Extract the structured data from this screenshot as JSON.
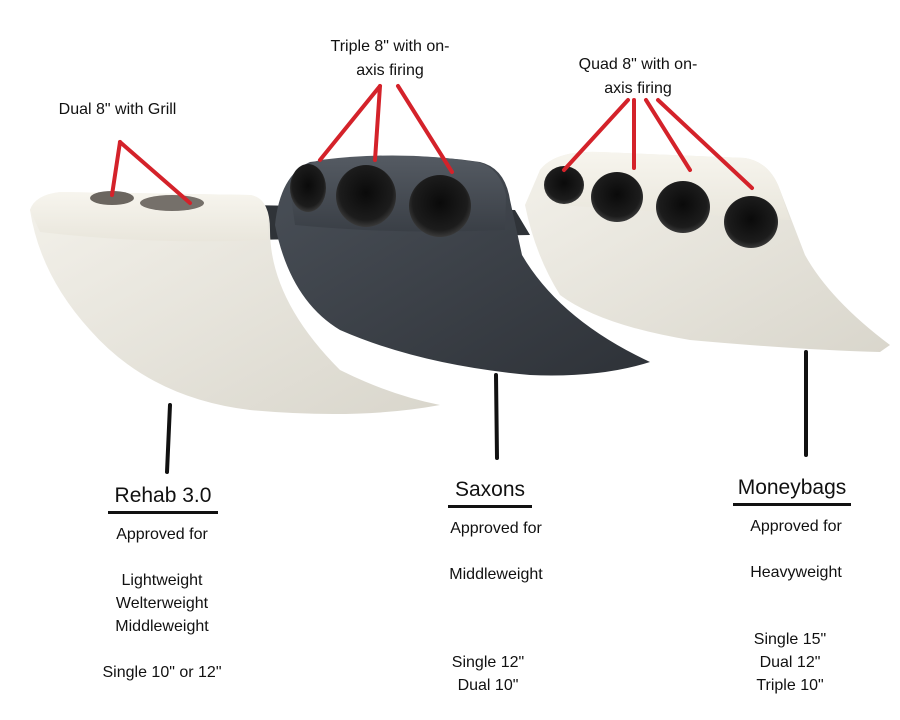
{
  "callouts": {
    "rehab": "Dual 8\" with Grill",
    "saxons_line1": "Triple 8\" with on-",
    "saxons_line2": "axis firing",
    "moneybags_line1": "Quad 8\" with on-",
    "moneybags_line2": "axis firing"
  },
  "products": {
    "rehab": {
      "name": "Rehab 3.0",
      "approved_label": "Approved for",
      "classes": [
        "Lightweight",
        "Welterweight",
        "Middleweight"
      ],
      "sizes": [
        "Single 10\" or 12\""
      ],
      "color": "#efece3"
    },
    "saxons": {
      "name": "Saxons",
      "approved_label": "Approved for",
      "classes": [
        "Middleweight"
      ],
      "sizes": [
        "Single 12\"",
        "Dual 10\""
      ],
      "color": "#3e434a"
    },
    "moneybags": {
      "name": "Moneybags",
      "approved_label": "Approved for",
      "classes": [
        "Heavyweight"
      ],
      "sizes": [
        "Single 15\"",
        "Dual 12\"",
        "Triple 10\""
      ],
      "color": "#f1f0ea"
    }
  },
  "colors": {
    "callout_line": "#d4222a",
    "pointer_line": "#111111",
    "speaker_hole": "#141414"
  }
}
